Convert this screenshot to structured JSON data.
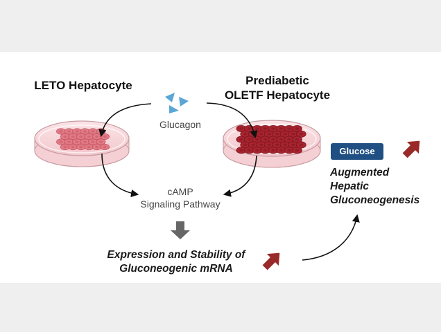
{
  "labels": {
    "leto_title": "LETO Hepatocyte",
    "oletf_title_line1": "Prediabetic",
    "oletf_title_line2": "OLETF Hepatocyte",
    "glucagon": "Glucagon",
    "camp_line1": "cAMP",
    "camp_line2": "Signaling Pathway",
    "expression_line1": "Expression and Stability of",
    "expression_line2": "Gluconeogenic mRNA",
    "glucose_badge": "Glucose",
    "outcome_line1": "Augmented",
    "outcome_line2": "Hepatic",
    "outcome_line3": "Gluconeogenesis"
  },
  "icons": {
    "glucagon": "triangle-molecule-icon",
    "up_arrow": "up-arrow-icon",
    "down_arrow": "down-arrow-icon"
  },
  "colors": {
    "background": "#efefef",
    "panel": "#ffffff",
    "dish_fill": "#f7d9dc",
    "leto_cells": "#e07b86",
    "oletf_cells": "#a8242f",
    "glucagon": "#5aa6d6",
    "up_arrow": "#9a2a2a",
    "down_arrow": "#666666",
    "glucose_badge": "#1f4f83"
  }
}
